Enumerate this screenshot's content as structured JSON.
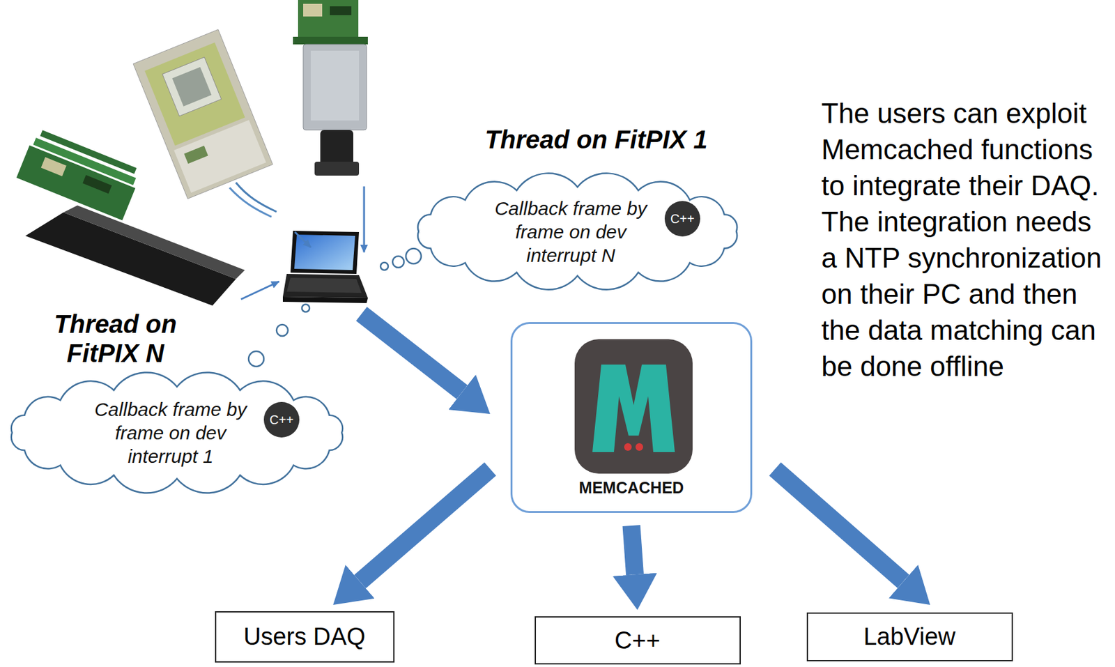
{
  "diagram": {
    "nodes": [
      {
        "text": [
          "Thread on FitPIX 1",
          "Callback frame by frame on dev interrupt N"
        ]
      },
      {
        "text": [
          "C++"
        ],
        "in": 0
      },
      {
        "text": [
          "Thread on FitPIX N",
          "Callback frame by frame on dev interrupt 1"
        ]
      },
      {
        "text": [
          "C++"
        ],
        "in": 2
      },
      {
        "text": [
          "MEMCACHED"
        ]
      },
      {
        "text": [
          "Users DAQ"
        ]
      },
      {
        "text": [
          "C++"
        ]
      },
      {
        "text": [
          "LabView"
        ]
      }
    ],
    "edges": [
      {
        "from": 4,
        "to": 5,
        "arrow": "to"
      },
      {
        "from": 4,
        "to": 6,
        "arrow": "to"
      },
      {
        "from": 4,
        "to": 7,
        "arrow": "to"
      }
    ],
    "labels": [
      "The users can exploit Memcached functions to integrate their DAQ. The integration needs a NTP synchronization on their PC and then the data matching can be done offline"
    ]
  }
}
